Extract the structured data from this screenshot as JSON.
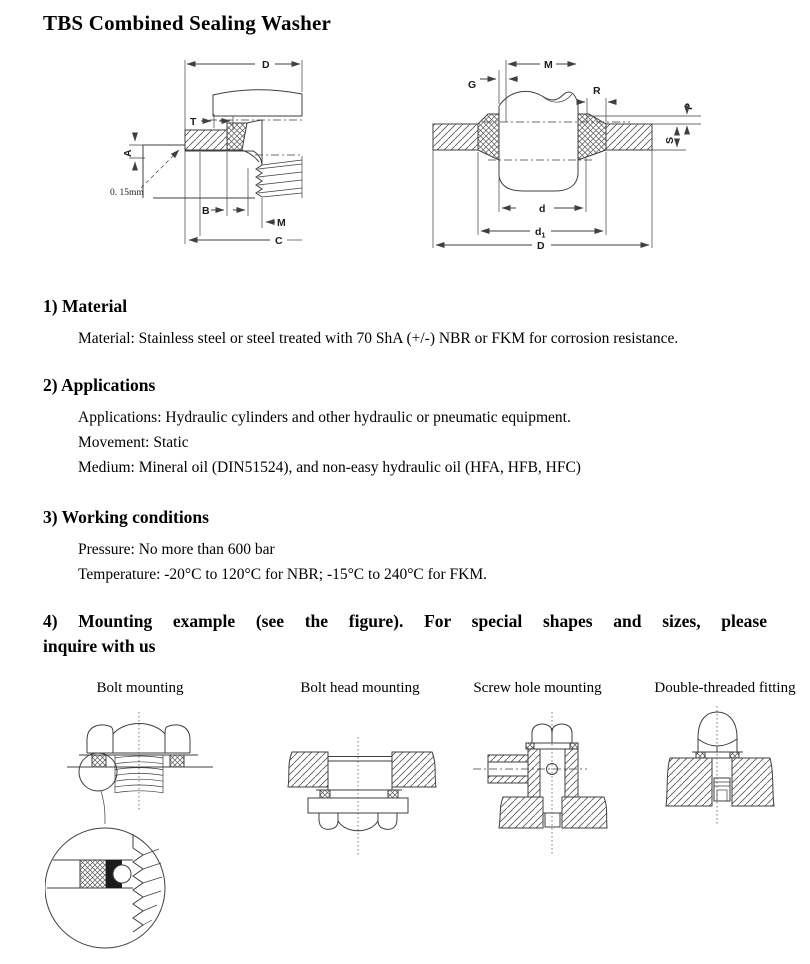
{
  "page": {
    "title": "TBS Combined Sealing Washer",
    "colors": {
      "ink": "#000000",
      "line": "#3f3f3f",
      "paper": "#ffffff"
    }
  },
  "diagram_left": {
    "labels": {
      "D_top": "D",
      "T": "T",
      "A": "A",
      "note": "0. 15mm",
      "B": "B",
      "M": "M",
      "C": "C"
    }
  },
  "diagram_right": {
    "labels": {
      "M": "M",
      "G": "G",
      "R": "R",
      "P": "P",
      "S": "S",
      "d": "d",
      "d1_main": "d",
      "d1_sub": "1",
      "D": "D"
    }
  },
  "sections": [
    {
      "heading": "1) Material",
      "body": [
        "Material: Stainless steel or steel treated with 70 ShA (+/-) NBR or FKM for corrosion resistance."
      ]
    },
    {
      "heading": "2) Applications",
      "body": [
        "Applications: Hydraulic cylinders and other hydraulic or pneumatic equipment.",
        "Movement: Static",
        "Medium: Mineral oil (DIN51524), and non-easy hydraulic oil (HFA, HFB, HFC)"
      ]
    },
    {
      "heading": "3) Working conditions",
      "body": [
        "Pressure: No more than 600 bar",
        "Temperature: -20°C to 120°C for NBR; -15°C to 240°C for FKM."
      ]
    },
    {
      "heading_line1": "4) Mounting example (see the figure). For special shapes and sizes, please",
      "heading_line2": "inquire with us"
    }
  ],
  "mounting": {
    "captions": [
      "Bolt mounting",
      "Bolt head mounting",
      "Screw hole mounting",
      "Double-threaded fitting"
    ]
  }
}
